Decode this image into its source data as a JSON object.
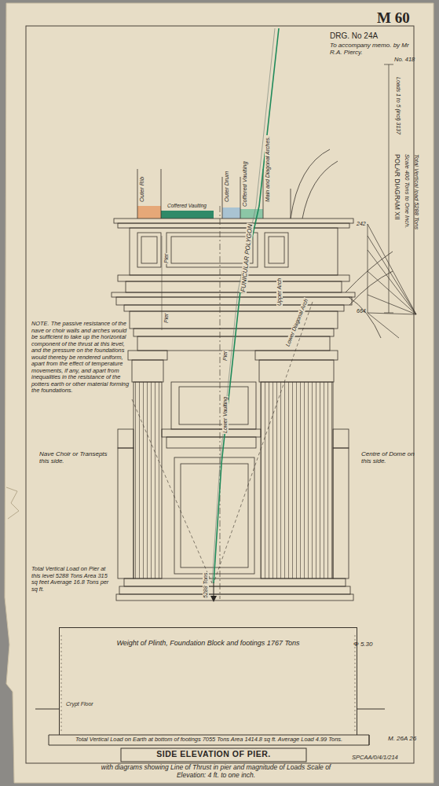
{
  "diagram": {
    "title": "SIDE ELEVATION OF PIER.",
    "caption": "with diagrams showing Line of Thrust in pier and magnitude of Loads Scale of Elevation: 4 ft. to one inch.",
    "nodes": [
      {
        "text": [
          "Weight of Plinth, Foundation Block and footings 1767 Tons"
        ]
      }
    ],
    "labels": [
      "M 60",
      "DRG. No 24A",
      "To accompany memo. by Mr R.A. Piercy.",
      "Outer Rib",
      "Coffered Vaulting",
      "Outer Drum",
      "Coffered Vaulting",
      "Main and Diagonal Arches.",
      "Pier",
      "Pier",
      "FUNICULAR POLYGON",
      "Upper Arch",
      "Lower Diagonal Arch",
      "Pier",
      "Lower Vaulting",
      "5288 Tons",
      "NOTE. The passive resistance of the nave or choir walls and arches would be sufficient to take up the horizontal component of the thrust at this level, and the pressure on the foundations would thereby be rendered uniform, apart from the effect of temperature movements, if any, and apart from inequalities in the resistance of the potters earth or other material forming the foundations.",
      "Nave Choir or Transepts this side.",
      "Centre of Dome on this side.",
      "Total Vertical Load on Pier at this level 5288 Tons Area 315 sq feet Average 16.8 Tons per sq ft.",
      "Crypt Floor",
      "Total Vertical Load on Earth at bottom of footings 7055 Tons Area 1414.8 sq ft. Average Load 4.99 Tons.",
      "No. 418",
      "Loads 1 to 5 (incl) 3137",
      "POLAR DIAGRAM XII",
      "Scale 400 Tons to One Inch.",
      "Total Vertical load 5288 Tons",
      "664",
      "242",
      "Φ 5.30",
      "M. 26A 26",
      "SPCAA/0/4/1/214"
    ]
  }
}
